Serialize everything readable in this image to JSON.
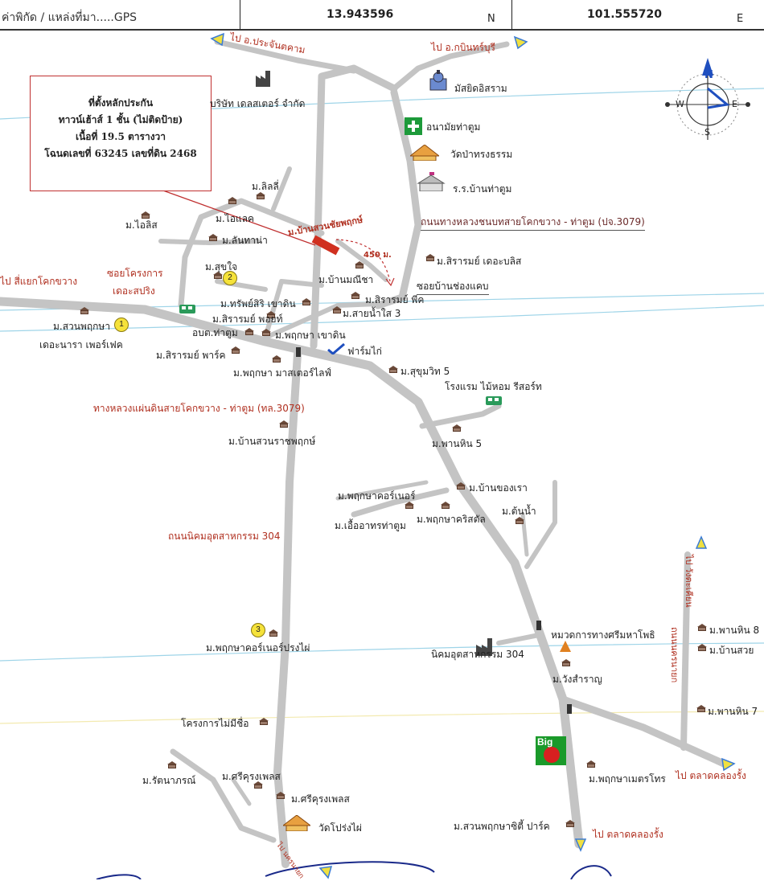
{
  "header": {
    "label": "ค่าพิกัด / แหล่งที่มา.....GPS",
    "lat_value": "13.943596",
    "lat_dir": "N",
    "lng_value": "101.555720",
    "lng_dir": "E"
  },
  "info_box": {
    "line1": "ที่ตั้งหลักประกัน",
    "line2": "ทาวน์เฮ้าส์ 1 ชั้น (ไม่ติดป้าย)",
    "line3": "เนื้อที่ 19.5 ตารางวา",
    "line4": "โฉนดเลขที่ 63245 เลขที่ดิน 2468"
  },
  "compass": {
    "n": "N",
    "s": "S",
    "e": "E",
    "w": "W"
  },
  "colors": {
    "road": "#c4c4c4",
    "accent": "#b03020",
    "water": "#9ed4e8",
    "arrow": "#f0e040",
    "box_border": "#c03030"
  },
  "labels": {
    "to_prachantakham": "ไป อ.ประจันตคาม",
    "to_kabinburi": "ไป อ.กบินทร์บุรี",
    "masjid": "มัสยิดอิสราม",
    "health": "อนามัยท่าตูม",
    "temple_song": "วัดป่าทรงธรรม",
    "school": "ร.ร.บ้านท่าตูม",
    "highway_3079": "ถนนทางหลวงชนบทสายโคกขวาง - ท่าตูม (ปจ.3079)",
    "company": "บริษัท เดลสเตอร์ จำกัด",
    "lili": "ม.ลิลลี่",
    "ailis": "ม.ไอลิส",
    "ilaek": "ม.ไอแลค",
    "lanthana": "ม.ลันทาน่า",
    "target": "ม.บ้านสวนชัยพฤกษ์",
    "distance": "450 ม.",
    "sirarom_delight": "ม.สิรารมย์ เดอะบลิส",
    "to_khokkhwang": "ไป สี่แยกโคกขวาง",
    "soi_project": "ซอยโครงการ",
    "the_spring": "เดอะสปริง",
    "sukjai": "ม.สุขใจ",
    "banmanee": "ม.บ้านมณีชา",
    "soi_chongkhaep": "ซอยบ้านช่องแคบ",
    "suanphruksa": "ม.สวนพฤกษา",
    "the_nara": "เดอะนารา เพอร์เฟค",
    "sapsiri": "ม.ทรัพย์สิริ เขาดิน",
    "sirarom_peak": "ม.สิรารมย์ พีค",
    "sirarom_point": "ม.สิรารมย์ พอยท์",
    "sainamsai": "ม.สายน้ำใส 3",
    "obt": "อบต.ท่าตูม",
    "phruksa_khaodin": "ม.พฤกษา เขาดิน",
    "farm": "ฟาร์มไก่",
    "sirarom_park": "ม.สิรารมย์ พาร์ค",
    "phruksa_master": "ม.พฤกษา มาสเตอร์ไลฟ์",
    "sukhumvit5": "ม.สุขุมวิท 5",
    "hotel": "โรงแรม ไม้หอม รีสอร์ท",
    "highway_main": "ทางหลวงแผ่นดินสายโคกขวาง - ท่าตูม (ทล.3079)",
    "ratchaphruksa": "ม.บ้านสวนราชพฤกษ์",
    "phanhin5": "ม.พานหิน 5",
    "phruksa_corner": "ม.พฤกษาคอร์เนอร์",
    "banrao": "ม.บ้านของเรา",
    "ua_athorn": "ม.เอื้ออาทรท่าตูม",
    "phruksa_crystal": "ม.พฤกษาคริสตัล",
    "tonnam": "ม.ต้นน้ำ",
    "road_304": "ถนนนิคมอุตสาหกรรม 304",
    "to_wangtakhian": "ไป วังตะเคียน",
    "nakhon_rd": "ถนนนครนายก",
    "phanhin8": "ม.พานหิน 8",
    "bansuay": "ม.บ้านสวย",
    "phruksa_corner_prong": "ม.พฤกษาคอร์เนอร์ปรงไผ่",
    "bhumi": "หมวดการทางศรีมหาโพธิ",
    "estate_304": "นิคมอุตสาหกรรม 304",
    "wang_saran": "ม.วังสำราญ",
    "unnamed_project": "โครงการไม่มีชื่อ",
    "phanhin7": "ม.พานหิน 7",
    "big_c": "Big",
    "rattanaporn": "ม.รัตนาภรณ์",
    "sirung1": "ม.ศรีคุรงเพลส",
    "sirung2": "ม.ศรีคุรงเพลส",
    "phruksa_metro": "ม.พฤกษาเมตรโทร",
    "to_talat1": "ไป ตลาดคลองรั้ง",
    "temple_prong": "วัดโปร่งไผ่",
    "suan_city_park": "ม.สวนพฤกษาซิตี้ ปาร์ค",
    "to_talat2": "ไป ตลาดคลองรั้ง",
    "to_nakhon": "ไป นครนายก",
    "num1": "1",
    "num2": "2",
    "num3": "3"
  }
}
